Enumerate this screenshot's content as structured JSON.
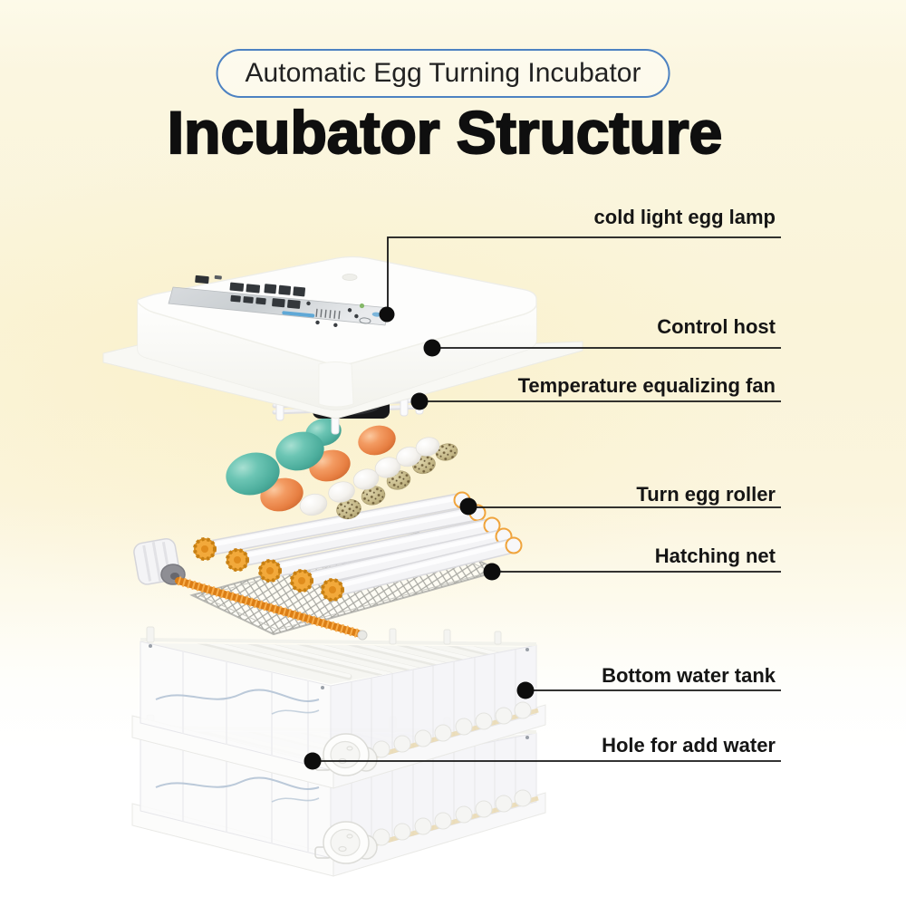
{
  "badge": {
    "label": "Automatic Egg Turning Incubator"
  },
  "title": "Incubator Structure",
  "labels": [
    {
      "id": "cold-light-egg-lamp",
      "text": "cold light egg lamp"
    },
    {
      "id": "control-host",
      "text": "Control host"
    },
    {
      "id": "temperature-equalizing-fan",
      "text": "Temperature equalizing fan"
    },
    {
      "id": "turn-egg-roller",
      "text": "Turn egg roller"
    },
    {
      "id": "hatching-net",
      "text": "Hatching net"
    },
    {
      "id": "bottom-water-tank",
      "text": "Bottom water tank"
    },
    {
      "id": "hole-for-add-water",
      "text": "Hole for add water"
    }
  ],
  "colors": {
    "badge_border_blue": "#4d82c2",
    "background_cream": "#FAF4D9",
    "egg_teal": "#5ABCAB",
    "egg_orange": "#EF8F52",
    "quail_egg_olive": "#C2B584",
    "roller_gear_orange": "#F2A93B",
    "screw_rod_orange": "#E78A1F",
    "panel_accent_blue": "#5FA8D6",
    "leader_line_black": "#161616"
  }
}
